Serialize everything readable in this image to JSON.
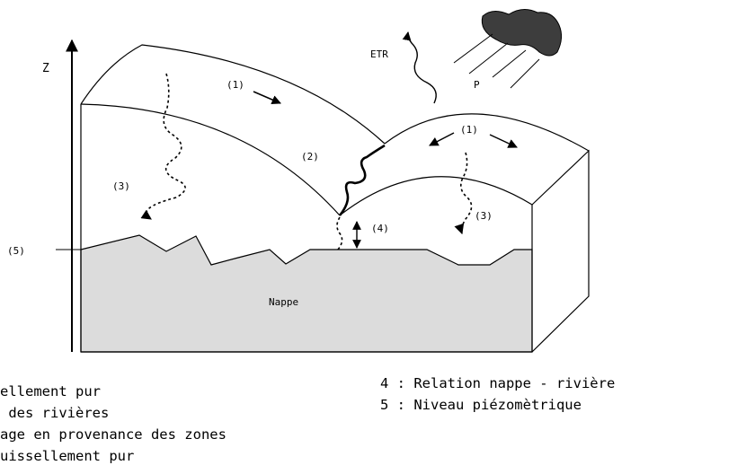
{
  "diagram": {
    "axis_label": "Z",
    "labels": {
      "etr": "ETR",
      "p": "P",
      "n1_left": "(1)",
      "n1_right": "(1)",
      "n2": "(2)",
      "n3_left": "(3)",
      "n3_right": "(3)",
      "n4": "(4)",
      "n5": "(5)",
      "nappe": "Nappe"
    },
    "legend_left": [
      "ellement pur",
      " des rivières",
      "age en provenance des zones",
      "uissellement pur"
    ],
    "legend_right": [
      "4 : Relation nappe - rivière",
      "5 : Niveau piézomètrique"
    ],
    "colors": {
      "line": "#000000",
      "nappe_fill": "#dcdcdc",
      "cloud_fill": "#3d3d3d"
    }
  }
}
